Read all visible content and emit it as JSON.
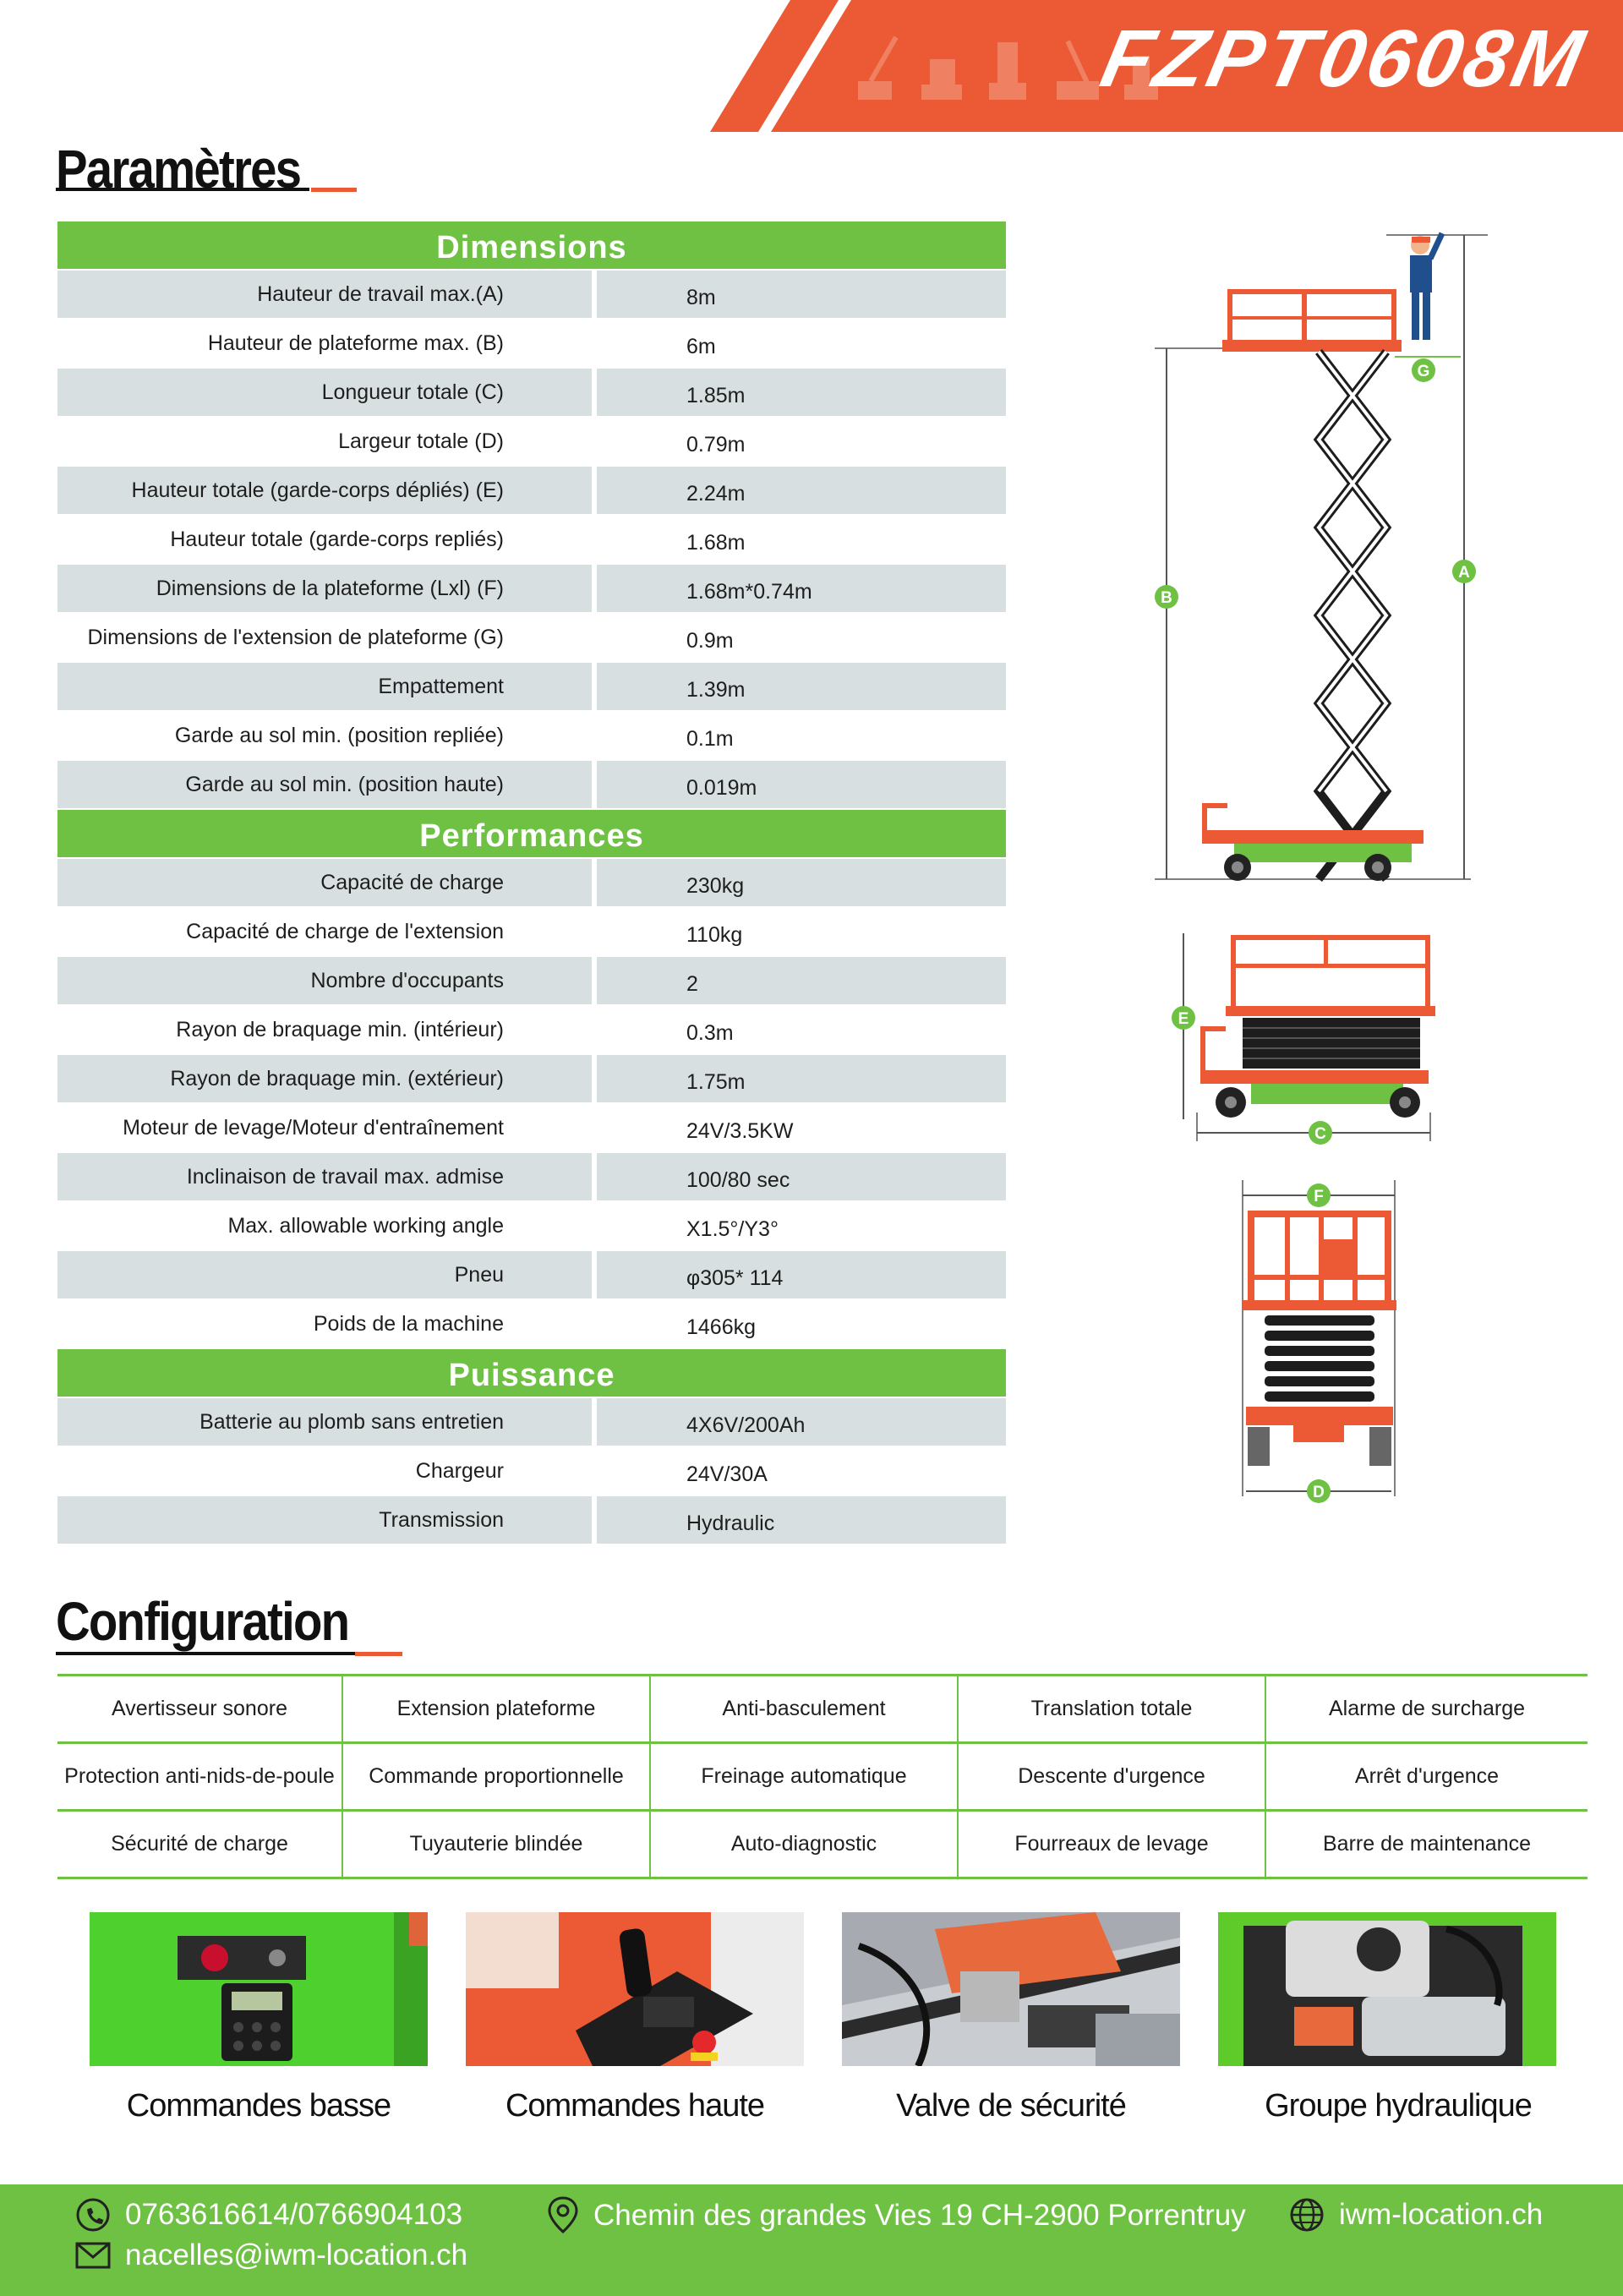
{
  "header": {
    "model": "FZPT0608M"
  },
  "headings": {
    "params": "Paramètres",
    "config": "Configuration"
  },
  "sections": [
    {
      "title": "Dimensions",
      "rows": [
        {
          "label": "Hauteur de travail max.(A)",
          "value": "8m"
        },
        {
          "label": "Hauteur de plateforme max. (B)",
          "value": "6m"
        },
        {
          "label": "Longueur totale (C)",
          "value": "1.85m"
        },
        {
          "label": "Largeur totale (D)",
          "value": "0.79m"
        },
        {
          "label": "Hauteur totale (garde-corps dépliés) (E)",
          "value": "2.24m"
        },
        {
          "label": "Hauteur totale (garde-corps repliés)",
          "value": "1.68m"
        },
        {
          "label": "Dimensions de la plateforme (Lxl) (F)",
          "value": "1.68m*0.74m"
        },
        {
          "label": "Dimensions de l'extension de plateforme (G)",
          "value": "0.9m"
        },
        {
          "label": "Empattement",
          "value": "1.39m"
        },
        {
          "label": "Garde au sol min. (position repliée)",
          "value": "0.1m"
        },
        {
          "label": "Garde au sol min. (position haute)",
          "value": "0.019m"
        }
      ]
    },
    {
      "title": "Performances",
      "rows": [
        {
          "label": "Capacité de charge",
          "value": "230kg"
        },
        {
          "label": "Capacité de charge de l'extension",
          "value": "110kg"
        },
        {
          "label": "Nombre d'occupants",
          "value": "2"
        },
        {
          "label": "Rayon de braquage min. (intérieur)",
          "value": "0.3m"
        },
        {
          "label": "Rayon de braquage min. (extérieur)",
          "value": "1.75m"
        },
        {
          "label": "Moteur de levage/Moteur d'entraînement",
          "value": "24V/3.5KW"
        },
        {
          "label": "Inclinaison de travail max. admise",
          "value": "100/80 sec"
        },
        {
          "label": "Max. allowable working angle",
          "value": "X1.5°/Y3°"
        },
        {
          "label": "Pneu",
          "value": "φ305* 114"
        },
        {
          "label": "Poids de la machine",
          "value": "1466kg"
        }
      ]
    },
    {
      "title": "Puissance",
      "rows": [
        {
          "label": "Batterie au plomb sans entretien",
          "value": "4X6V/200Ah"
        },
        {
          "label": "Chargeur",
          "value": "24V/30A"
        },
        {
          "label": "Transmission",
          "value": "Hydraulic"
        }
      ]
    }
  ],
  "diagram_labels": {
    "a": "A",
    "b": "B",
    "c": "C",
    "d": "D",
    "e": "E",
    "f": "F",
    "g": "G"
  },
  "configuration": [
    [
      "Avertisseur sonore",
      "Extension plateforme",
      "Anti-basculement",
      "Translation totale",
      "Alarme de surcharge"
    ],
    [
      "Protection anti-nids-de-poule",
      "Commande proportionnelle",
      "Freinage automatique",
      "Descente d'urgence",
      "Arrêt d'urgence"
    ],
    [
      "Sécurité de charge",
      "Tuyauterie blindée",
      "Auto-diagnostic",
      "Fourreaux de levage",
      "Barre de maintenance"
    ]
  ],
  "photos": [
    {
      "caption": "Commandes basse",
      "icon": "control-panel-photo"
    },
    {
      "caption": "Commandes haute",
      "icon": "joystick-photo"
    },
    {
      "caption": "Valve de sécurité",
      "icon": "valve-photo"
    },
    {
      "caption": "Groupe hydraulique",
      "icon": "hydraulic-unit-photo"
    }
  ],
  "footer": {
    "phone": "0763616614/0766904103",
    "address": "Chemin des grandes Vies 19 CH-2900 Porrentruy",
    "web": "iwm-location.ch",
    "email": "nacelles@iwm-location.ch"
  },
  "colors": {
    "accent": "#6fc144",
    "brand": "#ec5a35",
    "row_shade": "#d8dfe0"
  }
}
